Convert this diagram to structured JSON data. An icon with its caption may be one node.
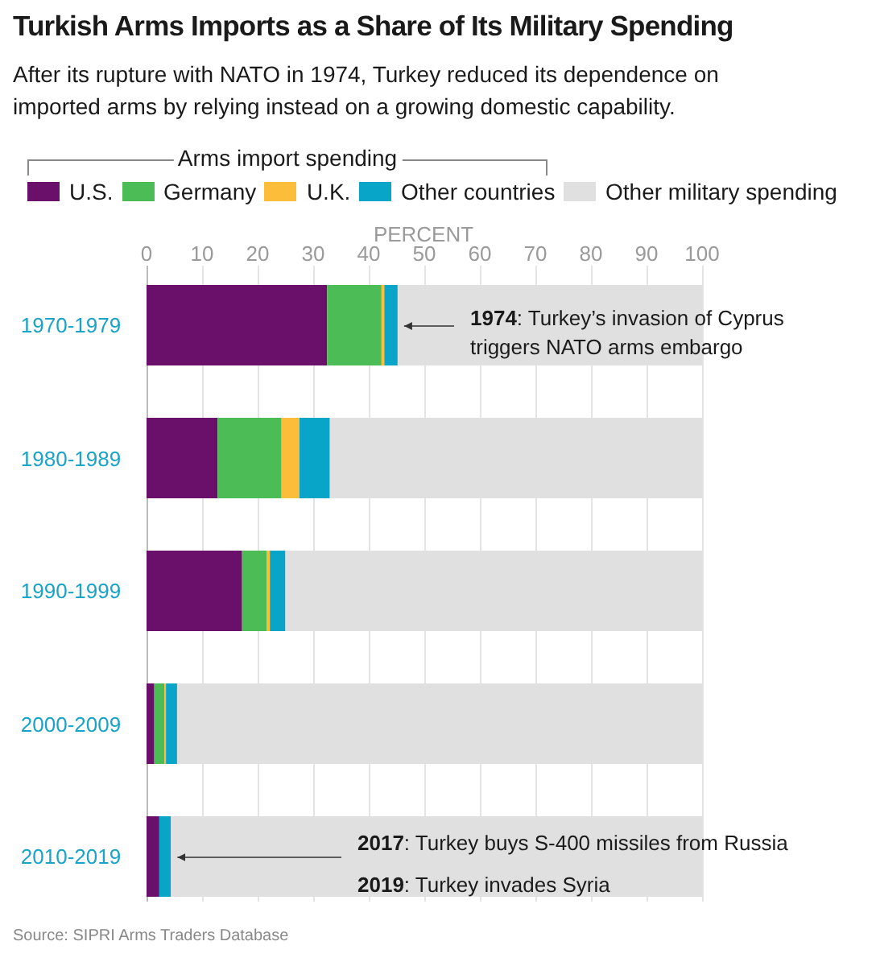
{
  "diagram": {
    "title": "Turkish Arms Imports as a Share of Its Military Spending",
    "caption": "Source: SIPRI Arms Traders Database",
    "labels": [
      "After its rupture with NATO in 1974, Turkey reduced its dependence on imported arms by relying instead on a growing domestic capability.",
      "Arms import spending"
    ],
    "chart_data": {
      "type": "bar",
      "orientation": "horizontal",
      "stacked": true,
      "grid": true,
      "xlabel": "PERCENT",
      "categories": [
        "1970-1979",
        "1980-1989",
        "1990-1999",
        "2000-2009",
        "2010-2019"
      ],
      "xlim": [
        0,
        100
      ],
      "xticks": [
        0,
        10,
        20,
        30,
        40,
        50,
        60,
        70,
        80,
        90,
        100
      ],
      "series": [
        {
          "name": "U.S.",
          "color": "#6a106a",
          "values": [
            32.5,
            12.8,
            17.2,
            1.4,
            2.3
          ]
        },
        {
          "name": "Germany",
          "color": "#4cbd56",
          "values": [
            9.8,
            11.5,
            4.4,
            1.8,
            0
          ]
        },
        {
          "name": "U.K.",
          "color": "#fbbd3a",
          "values": [
            0.5,
            3.2,
            0.6,
            0.3,
            0
          ]
        },
        {
          "name": "Other countries",
          "color": "#08a5c9",
          "values": [
            2.4,
            5.5,
            2.8,
            2.0,
            2.1
          ]
        },
        {
          "name": "Other military spending",
          "color": "#e0e0e0",
          "values": [
            54.8,
            67.0,
            75.0,
            94.5,
            95.6
          ]
        }
      ],
      "annotations": [
        {
          "y": "1970-1979",
          "text": [
            "**1974**: Turkey’s invasion of Cyprus triggers NATO arms embargo"
          ]
        },
        {
          "y": "2010-2019",
          "text": [
            "**2017**: Turkey buys S-400 missiles from Russia",
            "**2019**: Turkey invades Syria"
          ]
        }
      ]
    }
  }
}
